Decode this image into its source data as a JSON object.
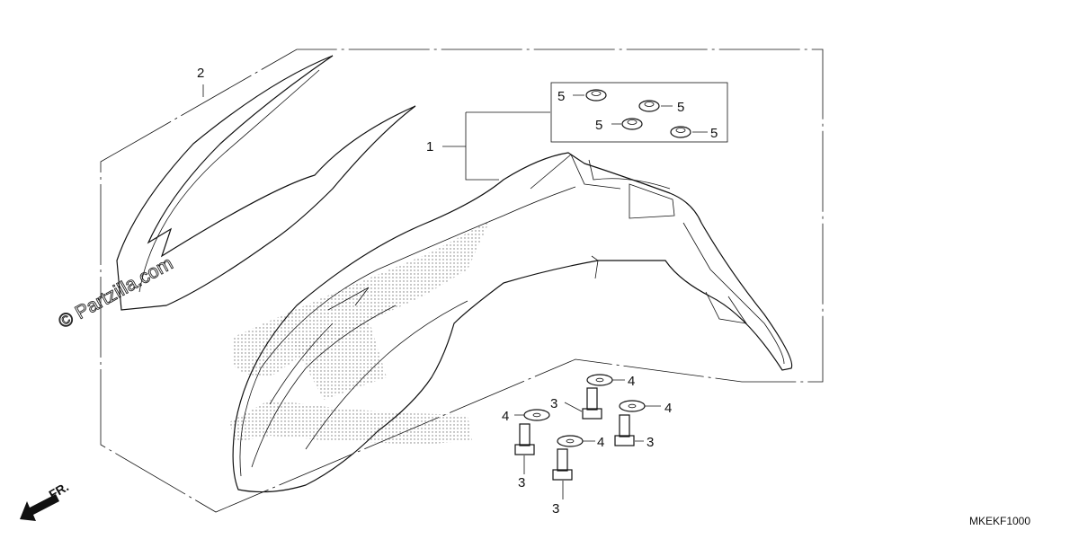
{
  "watermark": "© Partzilla.com",
  "diagram_code": "MKEKF1000",
  "direction_label": "FR.",
  "callouts": {
    "c1": "1",
    "c2": "2",
    "c3a": "3",
    "c3b": "3",
    "c3c": "3",
    "c3d": "3",
    "c4a": "4",
    "c4b": "4",
    "c4c": "4",
    "c4d": "4",
    "c5a": "5",
    "c5b": "5",
    "c5c": "5",
    "c5d": "5"
  },
  "parts": [
    {
      "ref": "1",
      "name": "front-fender"
    },
    {
      "ref": "2",
      "name": "fender-stripe"
    },
    {
      "ref": "3",
      "name": "bolt"
    },
    {
      "ref": "4",
      "name": "washer"
    },
    {
      "ref": "5",
      "name": "grommet-nut"
    }
  ]
}
